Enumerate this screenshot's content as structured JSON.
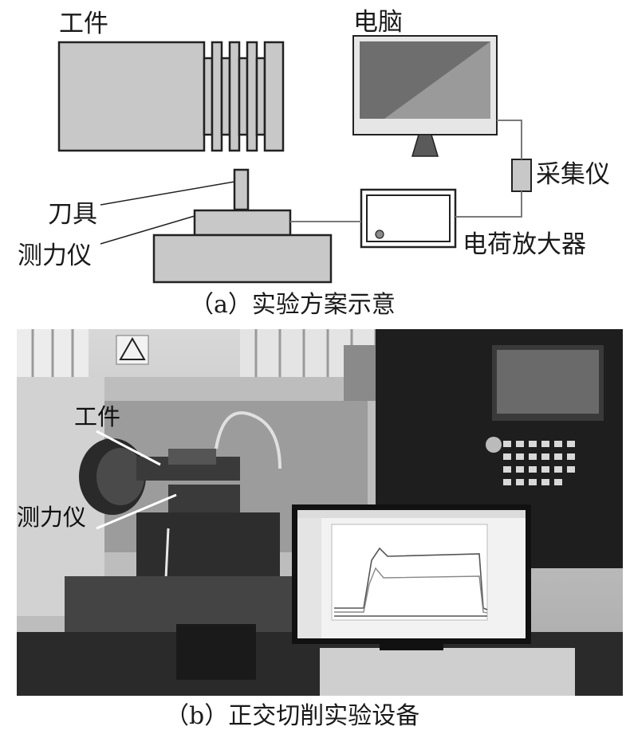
{
  "figure_a": {
    "labels": {
      "workpiece": "工件",
      "computer": "电脑",
      "tool": "刀具",
      "dynamometer": "测力仪",
      "daq": "采集仪",
      "amplifier": "电荷放大器"
    },
    "caption": "（a）实验方案示意"
  },
  "figure_b": {
    "labels": {
      "workpiece": "工件",
      "dynamometer": "测力仪"
    },
    "caption": "（b）正交切削实验设备"
  },
  "colors": {
    "block_fill": "#c8c8c8",
    "stroke": "#222222",
    "wire": "#7a7a7a",
    "photo_dark": "#1e1e1e"
  }
}
